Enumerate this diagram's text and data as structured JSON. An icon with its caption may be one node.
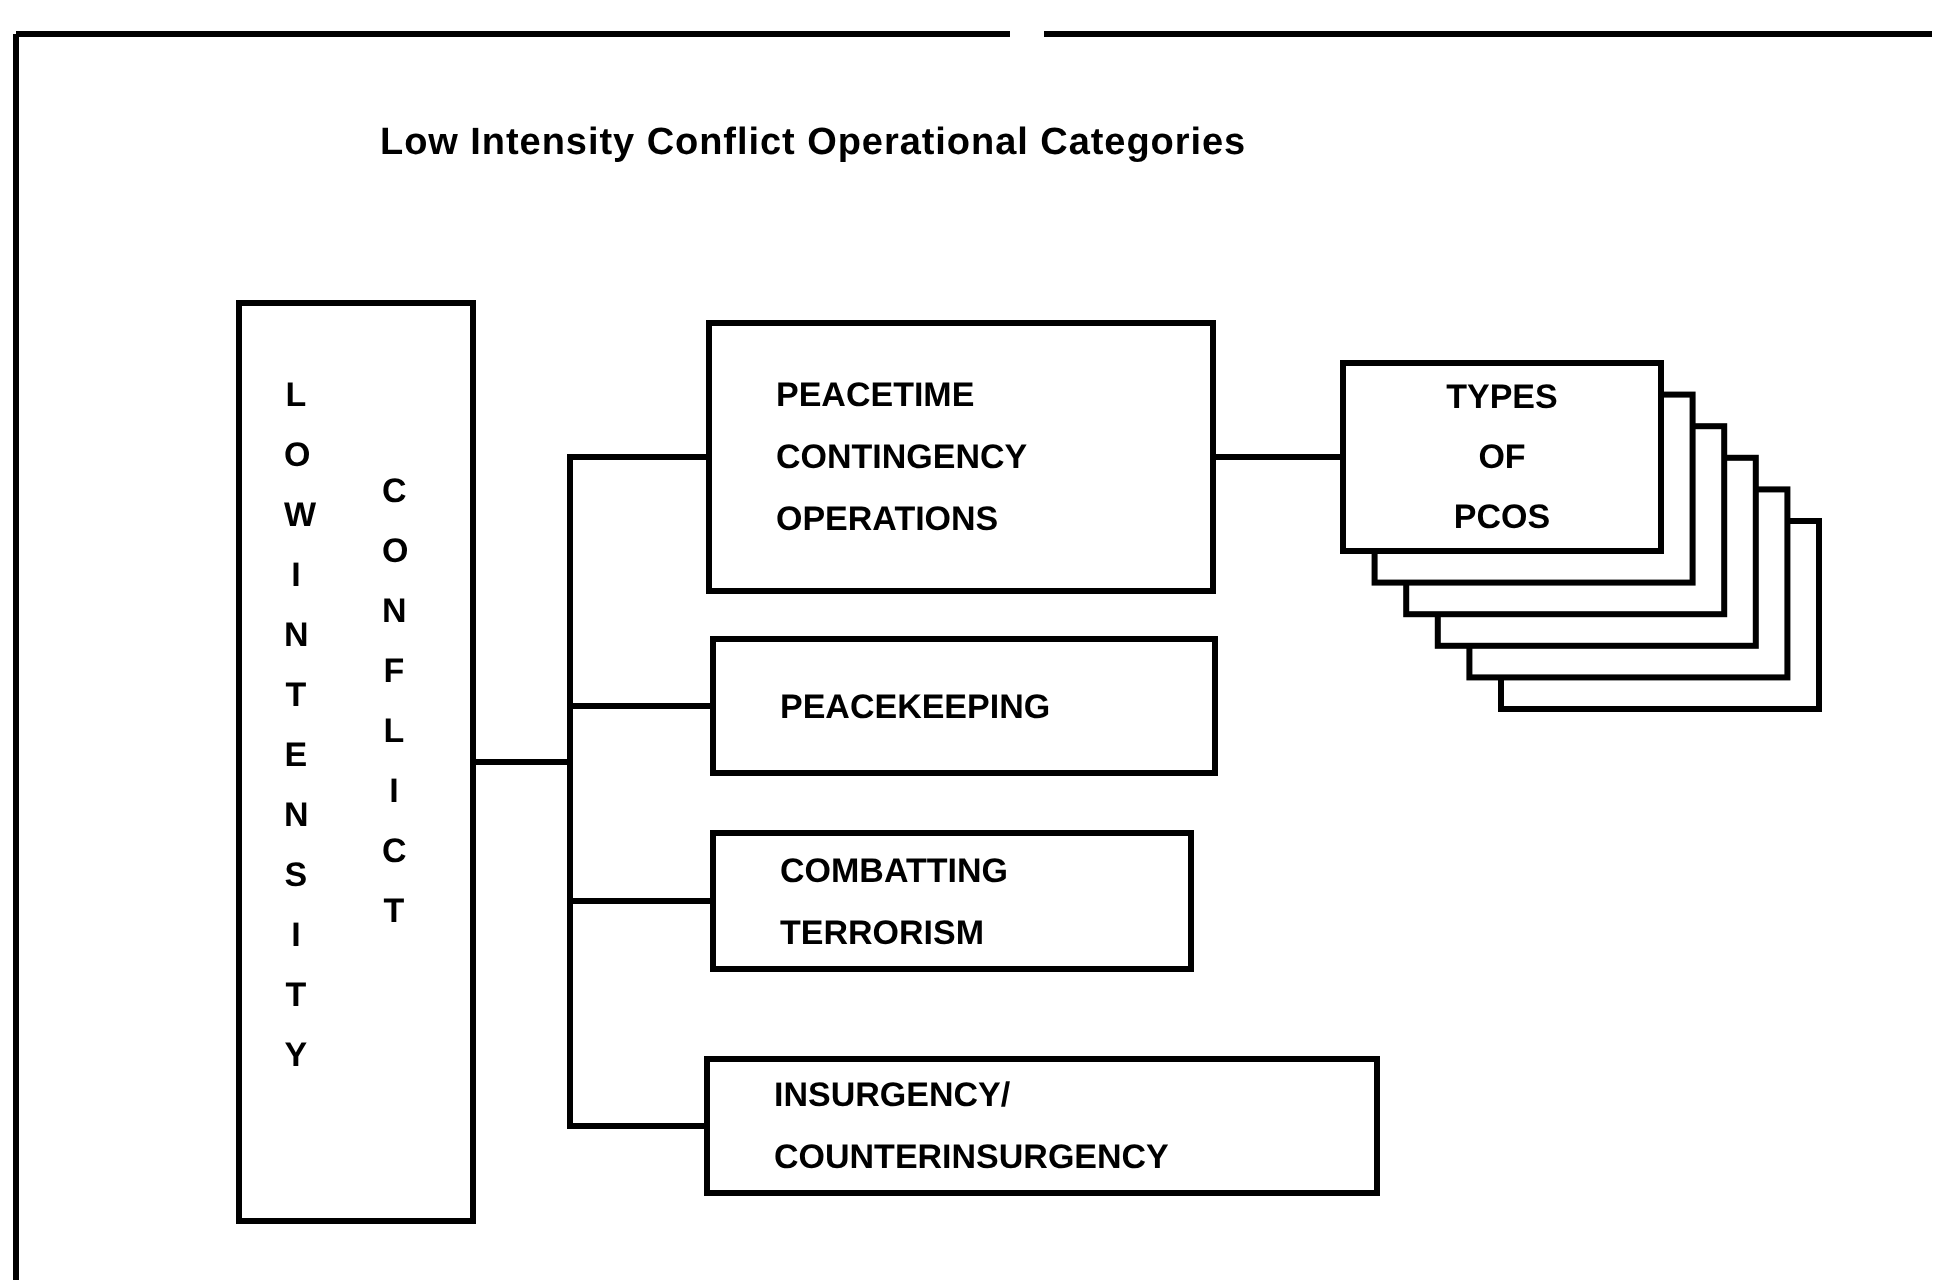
{
  "diagram": {
    "title": "Low Intensity Conflict Operational Categories",
    "nodes": [
      {
        "text": [
          "LOW INTENSITY",
          "CONFLICT"
        ]
      },
      {
        "text": [
          "PEACETIME CONTINGENCY OPERATIONS"
        ]
      },
      {
        "text": [
          "TYPES OF PCOS"
        ]
      },
      {
        "text": [
          "PEACEKEEPING"
        ]
      },
      {
        "text": [
          "COMBATTING TERRORISM"
        ]
      },
      {
        "text": [
          "INSURGENCY/ COUNTERINSURGENCY"
        ]
      }
    ],
    "edges": [
      {
        "from": 0,
        "to": 1,
        "arrow": "none"
      },
      {
        "from": 0,
        "to": 3,
        "arrow": "none"
      },
      {
        "from": 0,
        "to": 4,
        "arrow": "none"
      },
      {
        "from": 0,
        "to": 5,
        "arrow": "none"
      },
      {
        "from": 1,
        "to": 2,
        "arrow": "none"
      }
    ]
  }
}
